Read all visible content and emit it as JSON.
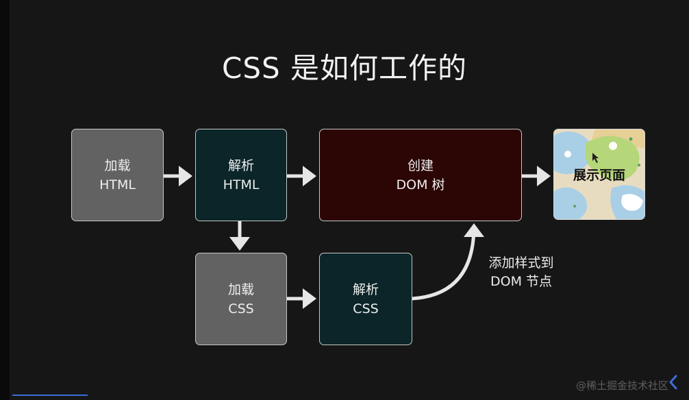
{
  "title": "CSS 是如何工作的",
  "steps": {
    "load_html": [
      "加载",
      "HTML"
    ],
    "parse_html": [
      "解析",
      "HTML"
    ],
    "create_dom": [
      "创建",
      "DOM 树"
    ],
    "show_page": "展示页面",
    "load_css": [
      "加载",
      "CSS"
    ],
    "parse_css": [
      "解析",
      "CSS"
    ]
  },
  "annotation": [
    "添加样式到",
    "DOM 节点"
  ],
  "watermark": "@稀土掘金技术社区",
  "colors": {
    "gray_box": "#626262",
    "teal_box": "#0b2529",
    "maroon_box": "#2c0505",
    "arrow": "#e6e6e6"
  }
}
